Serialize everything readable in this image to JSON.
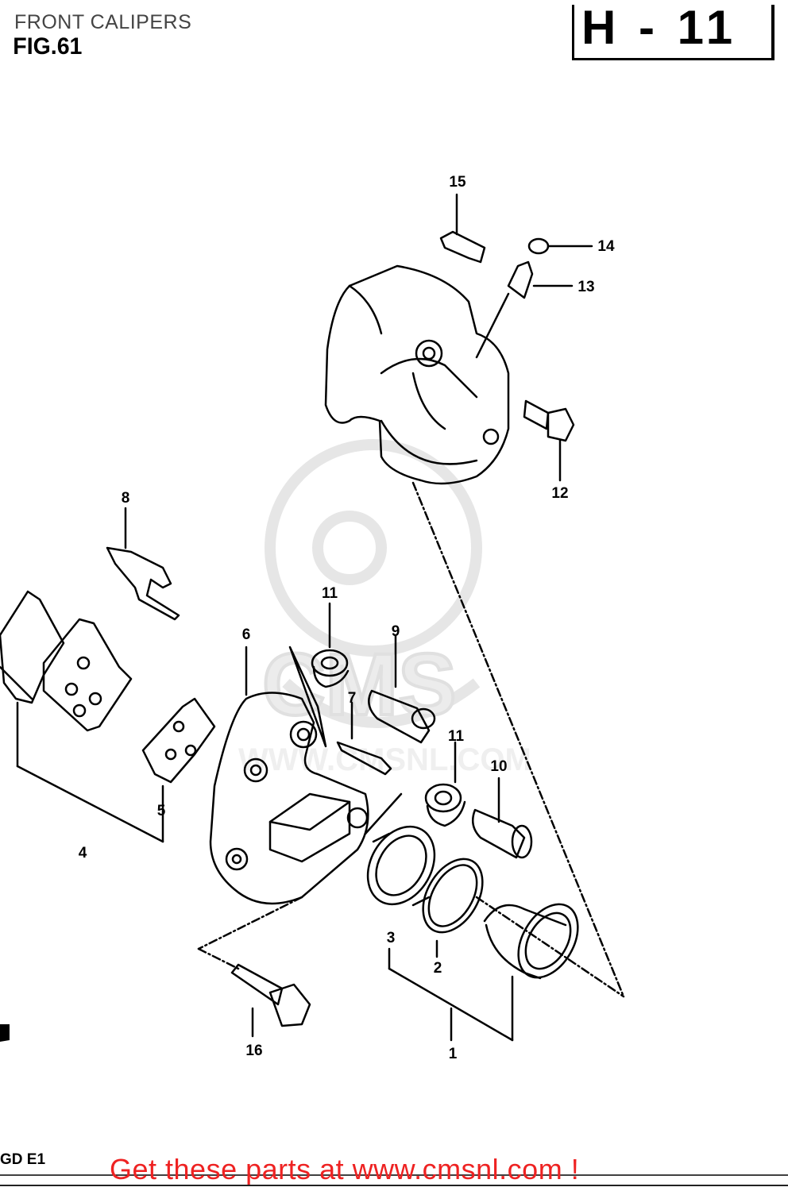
{
  "header": {
    "title": "FRONT CALIPERS",
    "figure": "FIG.61",
    "code": "H - 11"
  },
  "callouts": [
    "1",
    "2",
    "3",
    "4",
    "5",
    "6",
    "7",
    "8",
    "9",
    "10",
    "11",
    "11",
    "12",
    "13",
    "14",
    "15",
    "16"
  ],
  "footer": {
    "model": "GD E1",
    "banner": "Get these parts at www.cmsnl.com !"
  },
  "colors": {
    "banner": "#ee2222",
    "line": "#000000",
    "watermark": "#e8e8e8"
  }
}
